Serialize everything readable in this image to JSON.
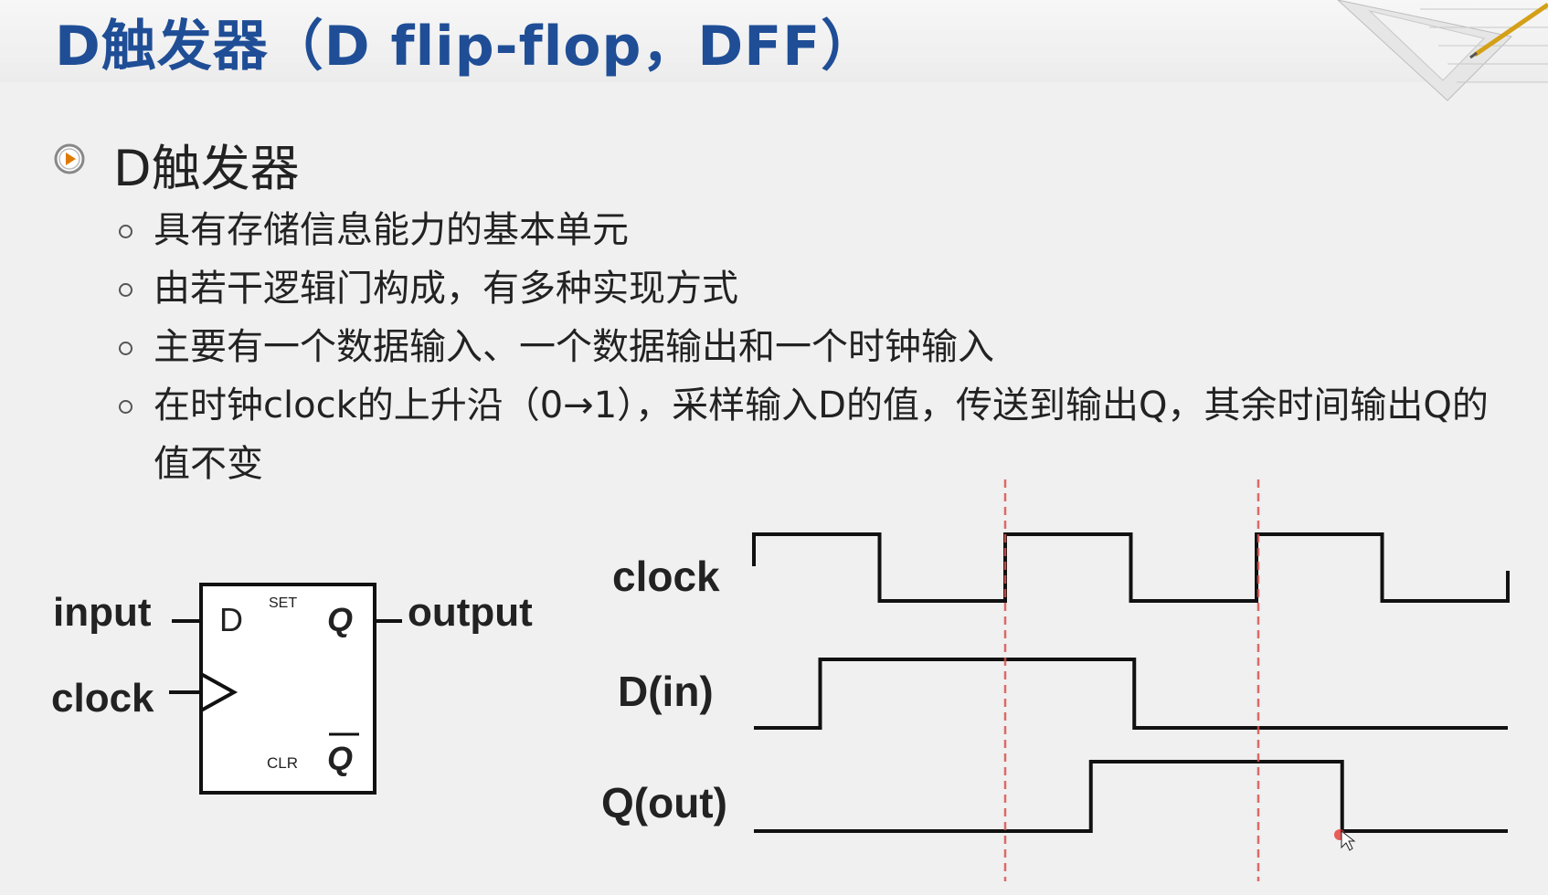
{
  "title": "D触发器（D flip-flop，DFF）",
  "section": {
    "heading": "D触发器",
    "bullets": [
      "具有存储信息能力的基本单元",
      "由若干逻辑门构成，有多种实现方式",
      "主要有一个数据输入、一个数据输出和一个时钟输入",
      "在时钟clock的上升沿（0→1），采样输入D的值，传送到输出Q，其余时间输出Q的值不变"
    ]
  },
  "flipflop": {
    "input_label": "input",
    "clock_label": "clock",
    "output_label": "output",
    "pin_d": "D",
    "pin_set": "SET",
    "pin_q": "Q",
    "pin_clr": "CLR",
    "pin_qbar": "Q"
  },
  "timing": {
    "signals": [
      {
        "name": "clock",
        "levels": [
          1,
          1,
          0,
          0,
          1,
          1,
          0,
          0,
          1,
          1,
          0,
          0
        ]
      },
      {
        "name": "D(in)",
        "levels": [
          0,
          0,
          1,
          1,
          1,
          1,
          1,
          0,
          0,
          0,
          0,
          0
        ]
      },
      {
        "name": "Q(out)",
        "levels": [
          0,
          0,
          0,
          0,
          0,
          1,
          1,
          1,
          1,
          0,
          0,
          0
        ]
      }
    ]
  },
  "colors": {
    "title": "#1f4e96",
    "marker": "#d9534f"
  }
}
